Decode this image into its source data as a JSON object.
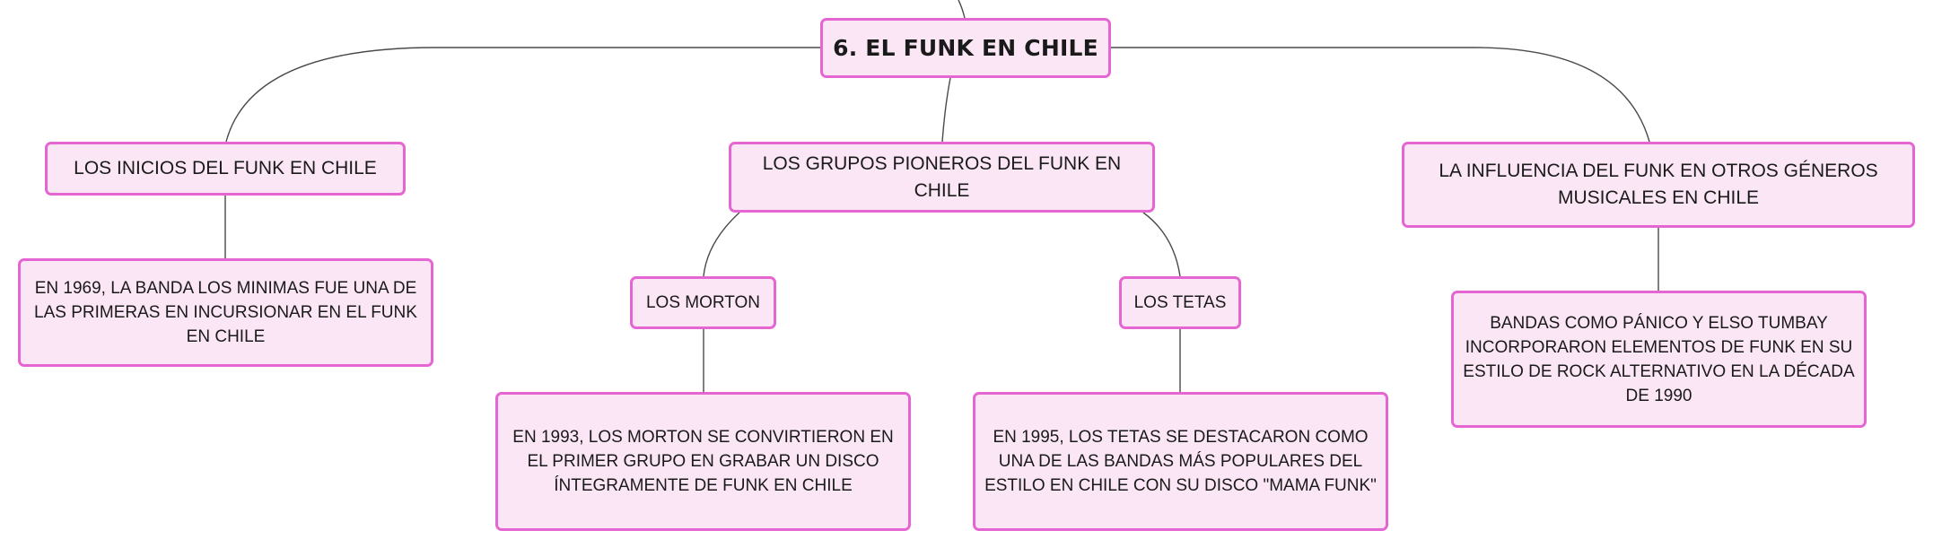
{
  "diagram": {
    "root": {
      "label": "6. EL FUNK EN CHILE"
    },
    "branches": [
      {
        "label": "LOS INICIOS DEL FUNK EN CHILE",
        "detail": "EN 1969, LA BANDA LOS MINIMAS FUE UNA DE LAS PRIMERAS EN INCURSIONAR EN EL FUNK EN CHILE"
      },
      {
        "label": "LOS GRUPOS PIONEROS DEL FUNK EN CHILE",
        "children": [
          {
            "label": "LOS MORTON",
            "detail": "EN 1993, LOS MORTON SE CONVIRTIERON EN EL PRIMER GRUPO EN GRABAR UN DISCO ÍNTEGRAMENTE DE FUNK EN CHILE"
          },
          {
            "label": "LOS TETAS",
            "detail": "EN 1995, LOS TETAS SE DESTACARON COMO UNA DE LAS BANDAS MÁS POPULARES DEL ESTILO EN CHILE CON SU DISCO \"MAMA FUNK\""
          }
        ]
      },
      {
        "label": "LA INFLUENCIA DEL FUNK EN OTROS GÉNEROS MUSICALES EN CHILE",
        "detail": "BANDAS COMO PÁNICO Y ELSO TUMBAY INCORPORARON ELEMENTOS DE FUNK EN SU ESTILO DE ROCK ALTERNATIVO EN LA DÉCADA DE 1990"
      }
    ]
  },
  "colors": {
    "node_fill": "#fbe6f6",
    "node_border": "#e565d3",
    "connector": "#4a4a4a",
    "text": "#1a1a1a"
  }
}
